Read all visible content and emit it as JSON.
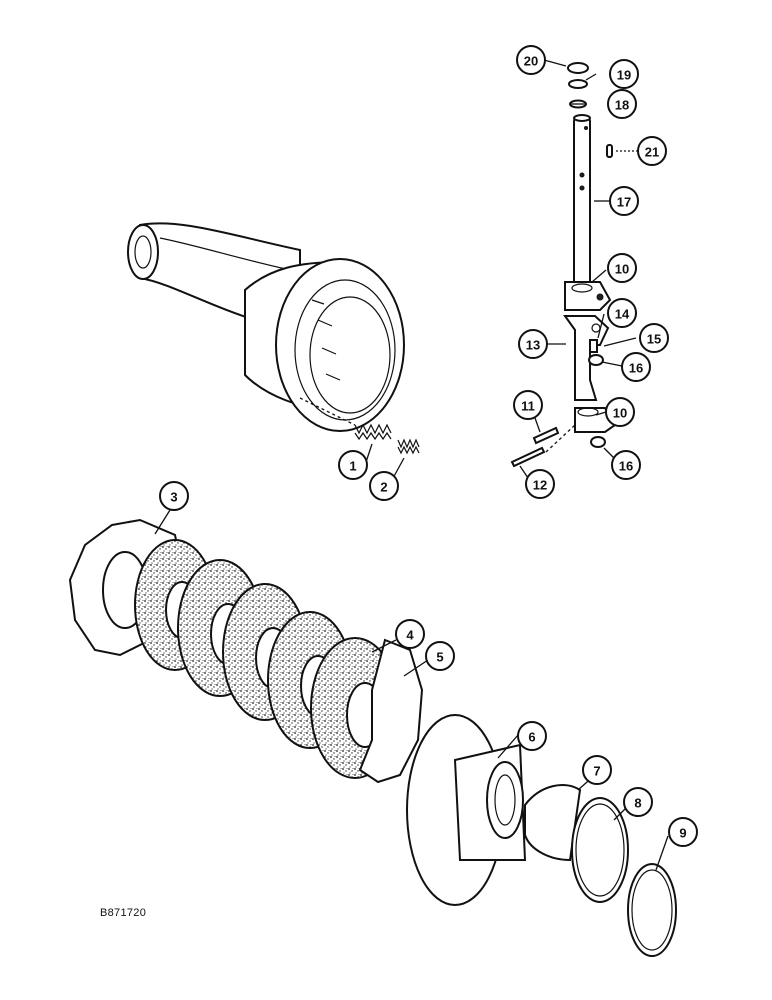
{
  "drawing": {
    "reference_code": "B871720",
    "callouts": [
      {
        "id": "callout-1",
        "label": "1"
      },
      {
        "id": "callout-2",
        "label": "2"
      },
      {
        "id": "callout-3",
        "label": "3"
      },
      {
        "id": "callout-4",
        "label": "4"
      },
      {
        "id": "callout-5",
        "label": "5"
      },
      {
        "id": "callout-6",
        "label": "6"
      },
      {
        "id": "callout-7",
        "label": "7"
      },
      {
        "id": "callout-8",
        "label": "8"
      },
      {
        "id": "callout-9",
        "label": "9"
      },
      {
        "id": "callout-10a",
        "label": "10"
      },
      {
        "id": "callout-10b",
        "label": "10"
      },
      {
        "id": "callout-11",
        "label": "11"
      },
      {
        "id": "callout-12",
        "label": "12"
      },
      {
        "id": "callout-13",
        "label": "13"
      },
      {
        "id": "callout-14",
        "label": "14"
      },
      {
        "id": "callout-15",
        "label": "15"
      },
      {
        "id": "callout-16a",
        "label": "16"
      },
      {
        "id": "callout-16b",
        "label": "16"
      },
      {
        "id": "callout-17",
        "label": "17"
      },
      {
        "id": "callout-18",
        "label": "18"
      },
      {
        "id": "callout-19",
        "label": "19"
      },
      {
        "id": "callout-20",
        "label": "20"
      },
      {
        "id": "callout-21",
        "label": "21"
      }
    ]
  }
}
